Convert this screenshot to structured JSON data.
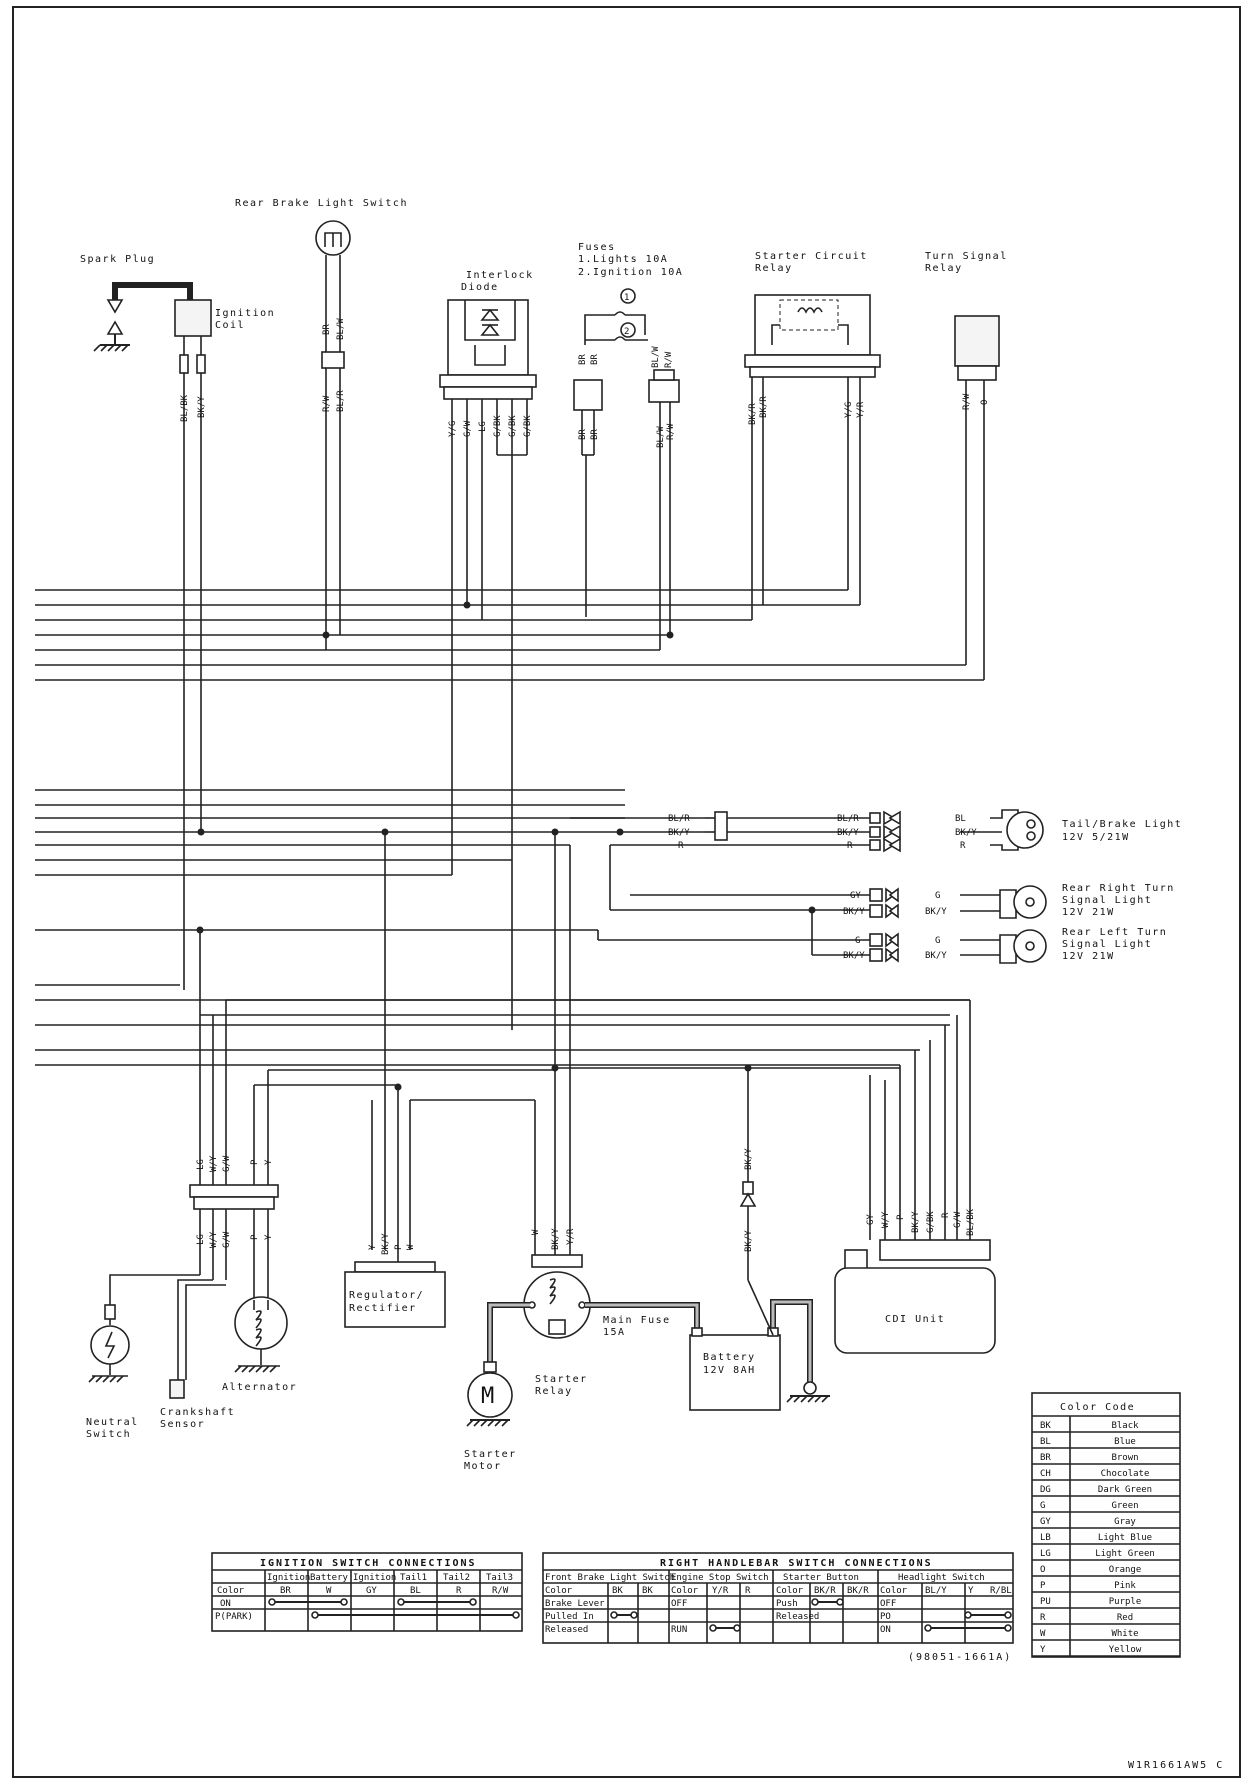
{
  "diagram_ref": "W1R1661AW5 C",
  "drawing_number": "(98051-1661A)",
  "components": {
    "rear_brake_light_switch": "Rear Brake Light Switch",
    "spark_plug": "Spark Plug",
    "ignition_coil": [
      "Ignition",
      "Coil"
    ],
    "interlock_diode": [
      "Interlock",
      "Diode"
    ],
    "fuses": [
      "Fuses",
      "1.Lights 10A",
      "2.Ignition 10A"
    ],
    "starter_circuit_relay": [
      "Starter Circuit",
      "Relay"
    ],
    "turn_signal_relay": [
      "Turn Signal",
      "Relay"
    ],
    "tail_brake_light": [
      "Tail/Brake Light",
      "12V 5/21W"
    ],
    "rear_right_turn": [
      "Rear Right Turn",
      "Signal Light",
      "12V 21W"
    ],
    "rear_left_turn": [
      "Rear Left Turn",
      "Signal Light",
      "12V 21W"
    ],
    "regulator_rectifier": [
      "Regulator/",
      "Rectifier"
    ],
    "main_fuse": [
      "Main Fuse",
      "15A"
    ],
    "battery": [
      "Battery",
      "12V 8AH"
    ],
    "cdi_unit": "CDI Unit",
    "alternator": "Alternator",
    "crankshaft_sensor": [
      "Crankshaft",
      "Sensor"
    ],
    "neutral_switch": [
      "Neutral",
      "Switch"
    ],
    "starter_relay": [
      "Starter",
      "Relay"
    ],
    "starter_motor": [
      "Starter",
      "Motor"
    ],
    "motor_symbol": "M",
    "fuse_marks": [
      "1",
      "2"
    ]
  },
  "wire_labels": {
    "coil": [
      "BL/BK",
      "BK/Y"
    ],
    "brake_switch_top": [
      "BR",
      "BL/W"
    ],
    "brake_switch_bottom": [
      "R/W",
      "BL/R"
    ],
    "diode": [
      "Y/G",
      "G/W",
      "LG",
      "G/BK",
      "G/BK",
      "G/BK"
    ],
    "fuse_left_top": [
      "BR",
      "BR"
    ],
    "fuse_left_bottom": [
      "BR",
      "BR"
    ],
    "fuse_right_top": [
      "BL/W",
      "R/W"
    ],
    "fuse_right_bottom": [
      "BL/W",
      "R/W"
    ],
    "starter_circuit_left": [
      "BK/R",
      "BK/R"
    ],
    "starter_circuit_right": [
      "Y/G",
      "Y/R"
    ],
    "turn_relay": [
      "R/W",
      "O"
    ],
    "tail_left": [
      "BL/R",
      "BK/Y",
      "R"
    ],
    "tail_mid": [
      "BL/R",
      "BK/Y",
      "R"
    ],
    "tail_right": [
      "BL",
      "BK/Y",
      "R"
    ],
    "rr_turn_left": [
      "GY",
      "BK/Y"
    ],
    "rr_turn_right": [
      "G",
      "BK/Y"
    ],
    "rl_turn_left": [
      "G",
      "BK/Y"
    ],
    "rl_turn_right": [
      "G",
      "BK/Y"
    ],
    "connector_top": [
      "LG",
      "W/Y",
      "G/W",
      "P",
      "Y"
    ],
    "connector_bottom": [
      "LG",
      "W/Y",
      "G/W",
      "P",
      "Y"
    ],
    "regulator": [
      "Y",
      "BK/Y",
      "P",
      "W"
    ],
    "starter_relay": [
      "W",
      "BK/Y",
      "Y/R"
    ],
    "battery_wire_top": "BK/Y",
    "battery_wire_bottom": "BK/Y",
    "cdi": [
      "GY",
      "W/Y",
      "P",
      "BK/Y",
      "G/BK",
      "R",
      "G/W",
      "BL/BK"
    ]
  },
  "ignition_table": {
    "title": "IGNITION SWITCH CONNECTIONS",
    "headers": [
      "",
      "Ignition",
      "Battery",
      "Ignition",
      "Tail1",
      "Tail2",
      "Tail3"
    ],
    "color_row": [
      "Color",
      "BR",
      "W",
      "GY",
      "BL",
      "R",
      "R/W"
    ],
    "rows": [
      "ON",
      "P(PARK)"
    ]
  },
  "handlebar_table": {
    "title": "RIGHT HANDLEBAR SWITCH CONNECTIONS",
    "groups": [
      "Front Brake Light Switch",
      "Engine Stop Switch",
      "Starter Button",
      "Headlight Switch"
    ],
    "color_row": [
      "Color",
      "BK",
      "BK",
      "Color",
      "Y/R",
      "R",
      "Color",
      "BK/R",
      "BK/R",
      "Color",
      "BL/Y",
      "Y",
      "R/BL"
    ],
    "row1": [
      "Brake Lever",
      "",
      "",
      "OFF",
      "",
      "",
      "Push",
      "",
      "",
      "OFF",
      "",
      "",
      ""
    ],
    "row2": [
      "Pulled In",
      "",
      "",
      "",
      "",
      "",
      "Released",
      "",
      "",
      "PO",
      "",
      "",
      ""
    ],
    "row3": [
      "Released",
      "",
      "",
      "RUN",
      "",
      "",
      "",
      "",
      "",
      "ON",
      "",
      "",
      ""
    ]
  },
  "color_code": {
    "title": "Color Code",
    "rows": [
      [
        "BK",
        "Black"
      ],
      [
        "BL",
        "Blue"
      ],
      [
        "BR",
        "Brown"
      ],
      [
        "CH",
        "Chocolate"
      ],
      [
        "DG",
        "Dark Green"
      ],
      [
        "G",
        "Green"
      ],
      [
        "GY",
        "Gray"
      ],
      [
        "LB",
        "Light Blue"
      ],
      [
        "LG",
        "Light Green"
      ],
      [
        "O",
        "Orange"
      ],
      [
        "P",
        "Pink"
      ],
      [
        "PU",
        "Purple"
      ],
      [
        "R",
        "Red"
      ],
      [
        "W",
        "White"
      ],
      [
        "Y",
        "Yellow"
      ]
    ]
  }
}
